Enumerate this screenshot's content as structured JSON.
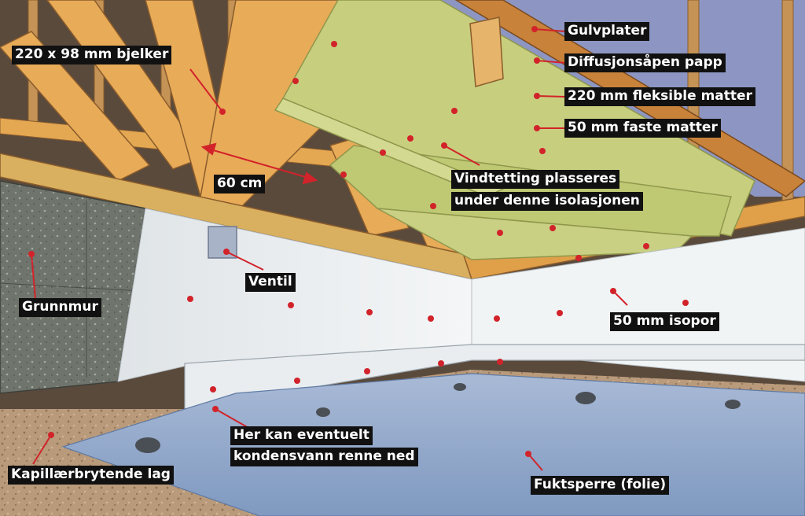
{
  "labels": {
    "gulvplater": "Gulvplater",
    "diffusjonsapen_papp": "Diffusjonsåpen papp",
    "fleksible_matter": "220 mm fleksible matter",
    "faste_matter": "50 mm faste matter",
    "bjelker": "220 x 98 mm bjelker",
    "avstand": "60 cm",
    "vindtetting_line1": "Vindtetting plasseres",
    "vindtetting_line2": "under denne isolasjonen",
    "ventil": "Ventil",
    "grunnmur": "Grunnmur",
    "isopor": "50 mm isopor",
    "kondens_line1": "Her kan eventuelt",
    "kondens_line2": "kondensvann renne ned",
    "kapillar": "Kapillærbrytende lag",
    "fuktsperre": "Fuktsperre (folie)"
  },
  "colors": {
    "callout_dot": "#d2232a",
    "label_bg": "#111111",
    "label_text": "#ffffff",
    "wood": "#e0a04a",
    "insulation": "#c7cf7e",
    "foundation": "#6f746c",
    "foam_wall": "#eef1f2",
    "floor_foil": "#8fa7c9",
    "gravel": "#b99a7a"
  }
}
